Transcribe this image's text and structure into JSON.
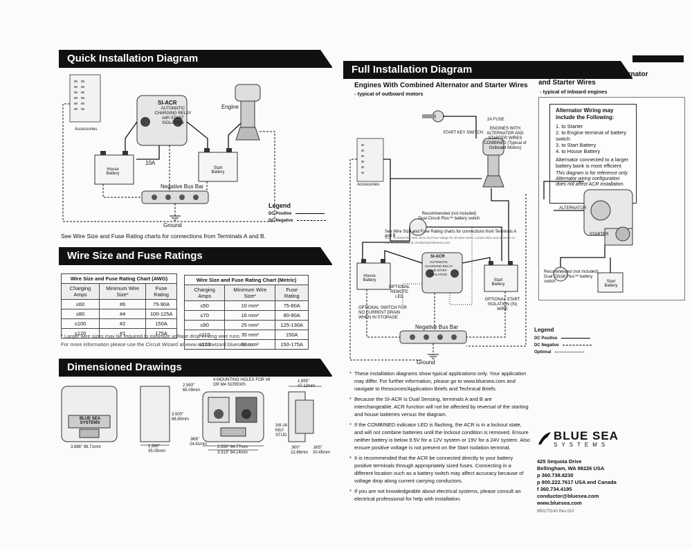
{
  "left": {
    "quick": {
      "title": "Quick Installation Diagram",
      "accessories": "Accessories",
      "acr_title": "SI-ACR",
      "acr_sub": "AUTOMATIC CHARGING RELAY with START ISOLATION",
      "engine": "Engine",
      "fuse": "10A",
      "house_battery": "House Battery",
      "start_battery": "Start Battery",
      "bus_bar": "Negative Bus Bar",
      "ground": "Ground",
      "legend_title": "Legend",
      "legend_pos": "DC Positive",
      "legend_neg": "DC Negative",
      "see_note": "See Wire Size and Fuse Rating charts for connections from Terminals A and B."
    },
    "wire": {
      "title": "Wire Size and Fuse Ratings",
      "awg": {
        "caption": "Wire Size and Fuse Rating Chart (AWG)",
        "headers": [
          "Charging Amps",
          "Minimum Wire Size*",
          "Fuse Rating"
        ],
        "rows": [
          [
            "≤60",
            "#6",
            "75-90A"
          ],
          [
            "≤80",
            "#4",
            "100-125A"
          ],
          [
            "≤100",
            "#2",
            "150A"
          ],
          [
            "≤120",
            "#1",
            "175A"
          ]
        ]
      },
      "metric": {
        "caption": "Wire Size and Fuse Rating Chart (Metric)",
        "headers": [
          "Charging Amps",
          "Minimum Wire Size*",
          "Fuse Rating"
        ],
        "rows": [
          [
            "≤50",
            "10 mm²",
            "75-80A"
          ],
          [
            "≤70",
            "16 mm²",
            "80-90A"
          ],
          [
            "≤90",
            "25 mm²",
            "125-130A"
          ],
          [
            "≤110",
            "35 mm²",
            "150A"
          ],
          [
            "≤120",
            "50 mm²",
            "150-175A"
          ]
        ]
      },
      "footnote1": "* Larger wire sizes may be required to minimize voltage drop in long wire runs.",
      "footnote2": "For more information please use the Circuit Wizard at www.circuitwizard.bluesea.com"
    },
    "dims": {
      "title": "Dimensioned Drawings",
      "holes": "4 MOUNTING HOLES FOR #8 OR M4 SCREWS",
      "d1": "2.563\" 65.09mm",
      "d2": "3.500\" 88.90mm",
      "d3": "1.380\" 35.05mm",
      "d4": "3.886\" 98.71mm",
      "d5": ".969\" 24.61mm",
      "d6": "2.550\" 64.77mm",
      "d7": "3.313\" 84.14mm",
      "d8": "1.855\" 47.12mm",
      "d9": "3/8-16 M10 STUD",
      "d10": ".900\" 22.86mm",
      "d11": ".805\" 20.45mm",
      "brand_plate": "BLUE SEA SYSTEMS"
    }
  },
  "right": {
    "full": {
      "title": "Full Installation Diagram",
      "combined_title": "Engines With Combined Alternator and Starter Wires",
      "combined_sub": "- typical of outboard motors",
      "start_key": "START KEY SWITCH",
      "fuse_2a": "2A FUSE",
      "engine_note": "ENGINES WITH ALTERNATOR AND STARTER WIRES COMBINED (Typical of Outboard Motors)",
      "accessories": "Accessories",
      "recommended": "Recommended (not included) Dual Circuit Plus™ battery switch",
      "see_note": "See Wire Size and Fuse Rating charts for connections from Terminals A and B",
      "see_note2": "Note: To determine wire sizes and fuse ratings for all other wires, contact Blue Sea Systems or use Circuit Wizard at circuitwizard.bluesea.com",
      "house_battery": "House Battery",
      "start_battery": "Start Battery",
      "remote_led": "OPTIONAL REMOTE LED",
      "storage_switch": "OPTIONAL SWITCH FOR NO CURRENT DRAIN WHEN IN STORAGE",
      "start_isolation": "OPTIONAL START ISOLATION (SI) WIRE",
      "bus_bar": "Negative Bus Bar",
      "ground": "Ground",
      "acr_title": "SI-ACR",
      "acr_sub": "AUTOMATIC CHARGING RELAY with START ISOLATION"
    },
    "separate": {
      "title": "Engines With Separate Alternator and Starter Wires",
      "sub": "- typical of inboard engines",
      "box_title": "Alternator Wiring may include the Following:",
      "items": [
        "1. to Starter",
        "2. to Engine terminal of battery switch",
        "3. to Start Battery",
        "4. to House Battery"
      ],
      "efficient": "Alternator connected to a larger battery bank is most efficient",
      "reference": "This diagram is for reference only. Alternator wiring configuration does not affect ACR installation.",
      "alternator": "ALTERNATOR",
      "starter": "STARTER",
      "recommended": "Recommended (not included) Dual Circuit Plus™ battery switch",
      "start_battery": "Start Battery"
    },
    "legend": {
      "title": "Legend",
      "pos": "DC Positive",
      "neg": "DC Negative",
      "opt": "Optional"
    },
    "notes": [
      "These installation diagrams show typical applications only. Your application may differ. For further information, please go to www.bluesea.com and navigate to Resources/Application Briefs and Technical Briefs.",
      "Because the SI-ACR is Dual Sensing, terminals A and B are interchangeable. ACR function will not be affected by reversal of the starting and house batteries versus the diagram.",
      "If the COMBINED indicator LED is flashing, the ACR is in a lockout state, and will not combine batteries until the lockout condition is removed. Ensure neither battery is below 9.5V for a 12V system or 19V for a 24V system. Also ensure positive voltage is not present on the Start Isolation terminal.",
      "It is recommended that the ACR be connected directly to your battery positive terminals through appropriately sized fuses. Connecting in a different location such as a battery switch may affect accuracy because of voltage drop along current carrying conductors.",
      "If you are not knowledgeable about electrical systems, please consult an electrical professional for help with installation."
    ],
    "company": {
      "brand_main": "BLUE SEA",
      "brand_sub": "SYSTEMS",
      "address1": "425 Sequoia Drive",
      "address2": "Bellingham, WA  98226  USA",
      "phone1": "p 360.738.8230",
      "phone2": "p 800.222.7617 USA and Canada",
      "fax": "f  360.734.4195",
      "email": "conductor@bluesea.com",
      "web": "www.bluesea.com",
      "docnum": "980170140 Rev.010"
    }
  }
}
